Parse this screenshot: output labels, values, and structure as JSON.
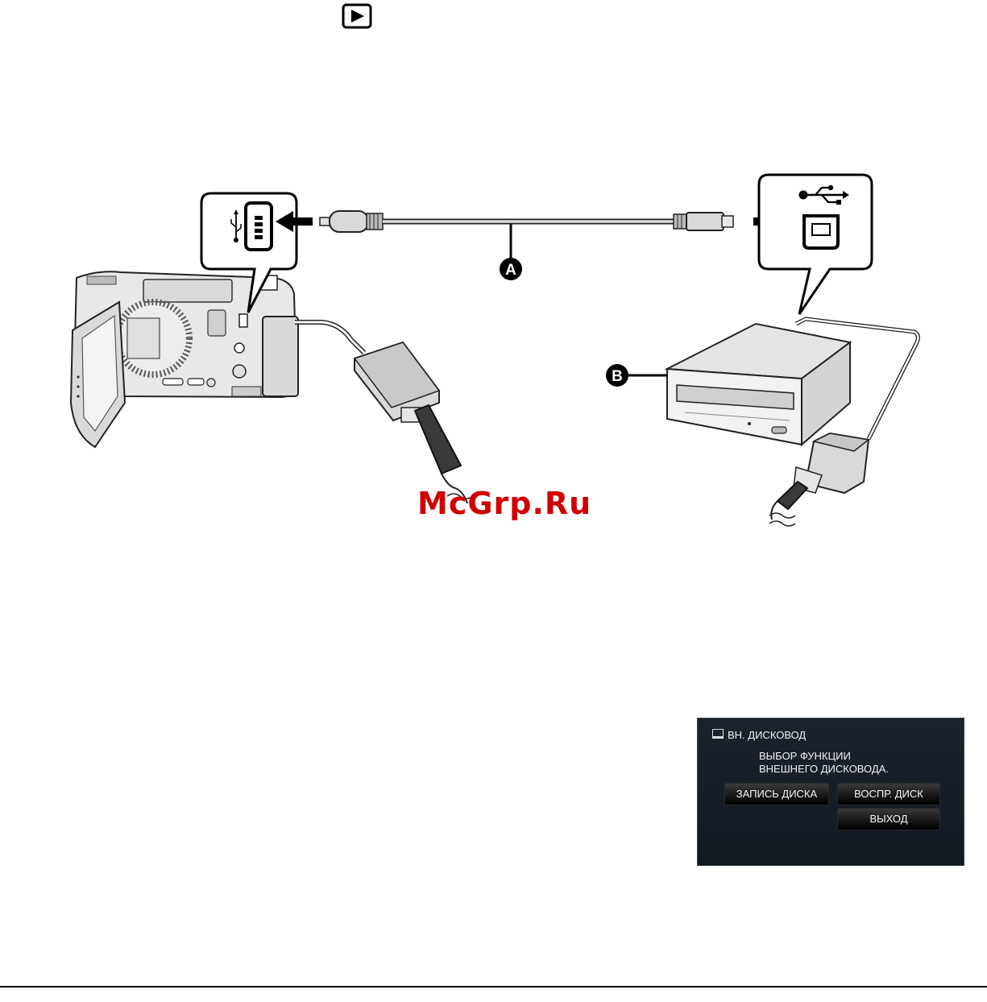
{
  "header": {
    "mode_icon": "play-mode-icon"
  },
  "diagram": {
    "cable_label": "A",
    "drive_label": "B",
    "camera_port_icon": "usb-icon",
    "drive_port_icon": "usb-icon"
  },
  "watermark": {
    "text": "McGrp.Ru",
    "color": "#d00000"
  },
  "lcd_screen": {
    "title": "ВН. ДИСКОВОД",
    "title_icon": "drive-icon",
    "message_line1": "ВЫБОР ФУНКЦИИ",
    "message_line2": "ВНЕШНЕГО ДИСКОВОДА.",
    "buttons": {
      "record": "ЗАПИСЬ ДИСКА",
      "play": "ВОСПР. ДИСК",
      "exit": "ВЫХОД"
    }
  }
}
